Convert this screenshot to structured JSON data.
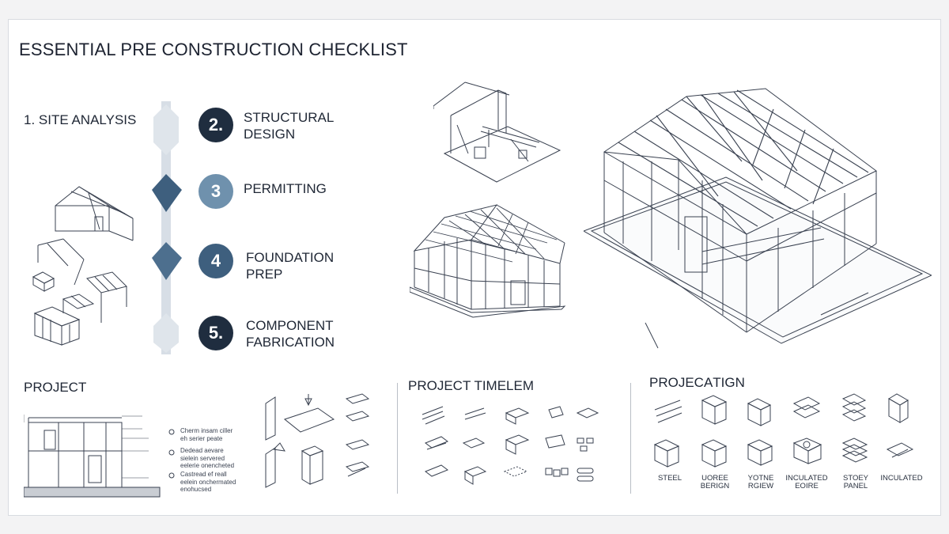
{
  "title": "ESSENTIAL PRE CONSTRUCTION CHECKLIST",
  "steps": [
    {
      "label": "1. SITE ANALYSIS"
    },
    {
      "number": "2.",
      "line1": "STRUCTURAL",
      "line2": "DESIGN",
      "color": "#1f2d3f"
    },
    {
      "number": "3",
      "line1": "PERMITTING",
      "line2": "",
      "color": "#6f91ad"
    },
    {
      "number": "4",
      "line1": "FOUNDATION",
      "line2": "PREP",
      "color": "#3e5f7e"
    },
    {
      "number": "5.",
      "line1": "COMPONENT",
      "line2": "FABRICATION",
      "color": "#1f2d3f"
    }
  ],
  "sections": {
    "project": "PROJECT",
    "timeline": "PROJECT TIMELEM",
    "design": "PROJECAТIGN"
  },
  "notes": [
    {
      "line1": "Cherm insam ciller",
      "line2": "eh serier peate"
    },
    {
      "line1": "Dedead aevare",
      "line2": "sielein servered",
      "line3": "eelerie onencheted"
    },
    {
      "line1": "Castread ef reall",
      "line2": "eelein onchermated",
      "line3": "enohucsed"
    }
  ],
  "materials": [
    {
      "line1": "STEEL",
      "line2": ""
    },
    {
      "line1": "UOREE",
      "line2": "BERIGN"
    },
    {
      "line1": "YOTNE",
      "line2": "RGIEW"
    },
    {
      "line1": "INCULATED",
      "line2": "EOIRE"
    },
    {
      "line1": "STOEY",
      "line2": "PANEL"
    },
    {
      "line1": "INCULATED",
      "line2": ""
    }
  ],
  "colors": {
    "accent_dark": "#1f2d3f",
    "accent_mid": "#3e5f7e",
    "accent_light": "#6f91ad",
    "ribbon": "#c9d4df"
  }
}
